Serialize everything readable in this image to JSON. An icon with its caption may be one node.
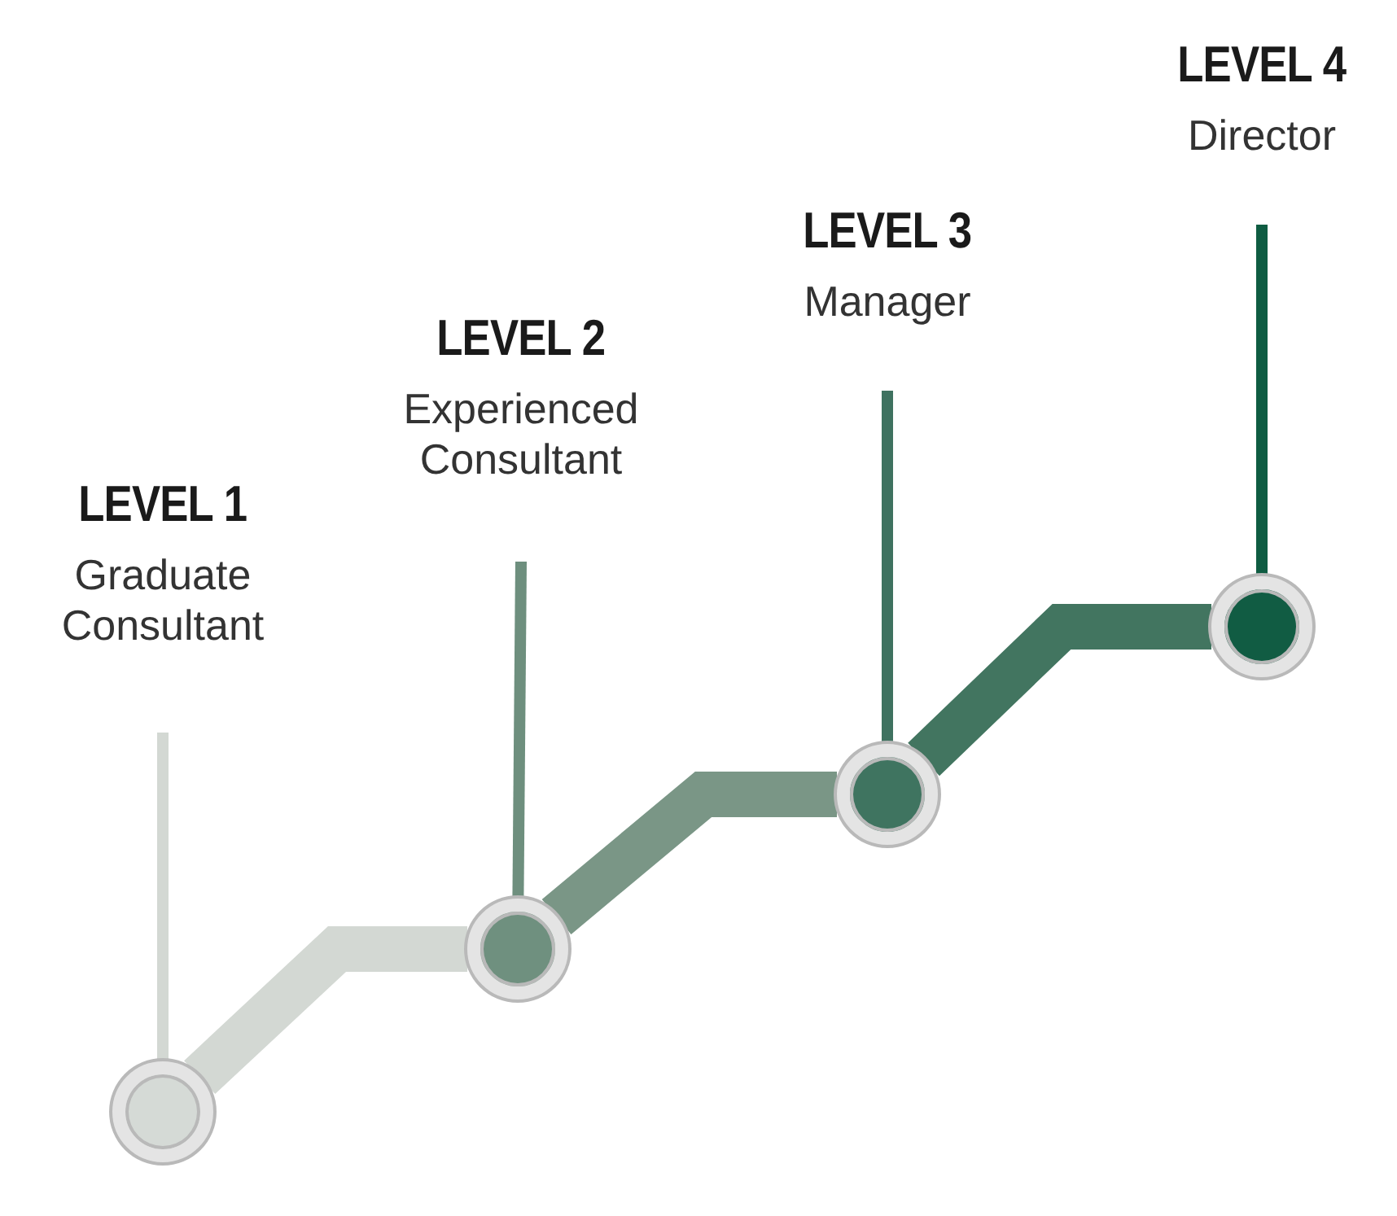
{
  "diagram": {
    "nodes": [
      {
        "text": [
          "LEVEL 1",
          "Graduate Consultant"
        ]
      },
      {
        "text": [
          "LEVEL 2",
          "Experienced Consultant"
        ]
      },
      {
        "text": [
          "LEVEL 3",
          "Manager"
        ]
      },
      {
        "text": [
          "LEVEL 4",
          "Director"
        ]
      },
      {
        "text": [],
        "shape": "circle"
      },
      {
        "text": [],
        "shape": "circle"
      },
      {
        "text": [],
        "shape": "circle"
      },
      {
        "text": [],
        "shape": "circle"
      }
    ],
    "edges": [
      {
        "from": 4,
        "to": 5,
        "arrow": "none",
        "style": "thick",
        "color": "#d3d8d3"
      },
      {
        "from": 5,
        "to": 6,
        "arrow": "none",
        "style": "thick",
        "color": "#7a9686"
      },
      {
        "from": 6,
        "to": 7,
        "arrow": "none",
        "style": "thick",
        "color": "#427560"
      },
      {
        "from": 0,
        "to": 4,
        "arrow": "none",
        "color": "#d3d8d3"
      },
      {
        "from": 1,
        "to": 5,
        "arrow": "none",
        "color": "#6e8f7e"
      },
      {
        "from": 2,
        "to": 6,
        "arrow": "none",
        "color": "#3f7260"
      },
      {
        "from": 3,
        "to": 7,
        "arrow": "none",
        "color": "#0f5c42"
      }
    ]
  }
}
